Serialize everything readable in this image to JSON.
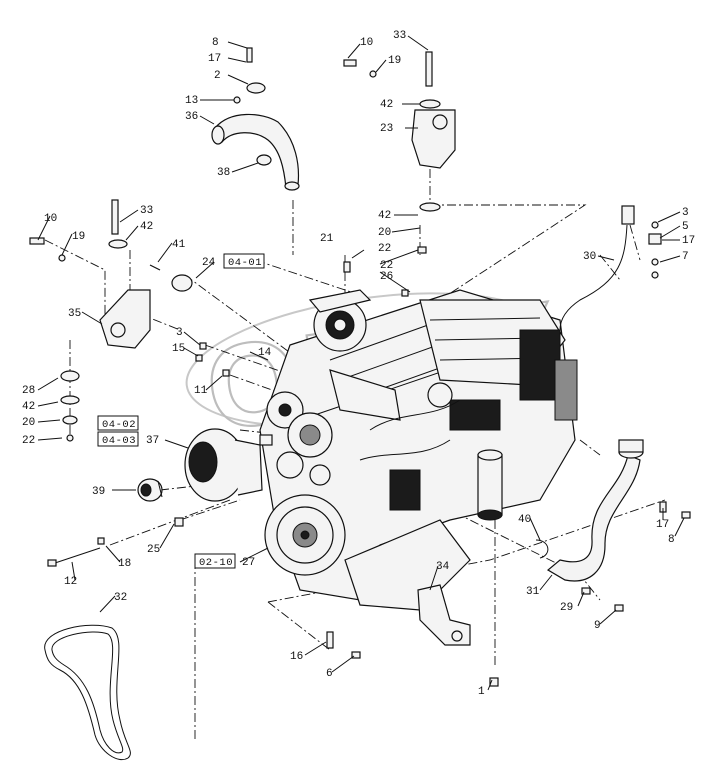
{
  "watermark": "OREX",
  "callouts": [
    {
      "id": "c8a",
      "text": "8"
    },
    {
      "id": "c17a",
      "text": "17"
    },
    {
      "id": "c2",
      "text": "2"
    },
    {
      "id": "c13",
      "text": "13"
    },
    {
      "id": "c36",
      "text": "36"
    },
    {
      "id": "c38",
      "text": "38"
    },
    {
      "id": "c10a",
      "text": "10"
    },
    {
      "id": "c33a",
      "text": "33"
    },
    {
      "id": "c19a",
      "text": "19"
    },
    {
      "id": "c42a",
      "text": "42"
    },
    {
      "id": "c23",
      "text": "23"
    },
    {
      "id": "c42b",
      "text": "42"
    },
    {
      "id": "c20a",
      "text": "20"
    },
    {
      "id": "c22a",
      "text": "22"
    },
    {
      "id": "c21",
      "text": "21"
    },
    {
      "id": "c22b",
      "text": "22"
    },
    {
      "id": "c26",
      "text": "26"
    },
    {
      "id": "c3a",
      "text": "3"
    },
    {
      "id": "c5",
      "text": "5"
    },
    {
      "id": "c17b",
      "text": "17"
    },
    {
      "id": "c7",
      "text": "7"
    },
    {
      "id": "c30",
      "text": "30"
    },
    {
      "id": "c10b",
      "text": "10"
    },
    {
      "id": "c19b",
      "text": "19"
    },
    {
      "id": "c33b",
      "text": "33"
    },
    {
      "id": "c42c",
      "text": "42"
    },
    {
      "id": "c41",
      "text": "41"
    },
    {
      "id": "c24",
      "text": "24"
    },
    {
      "id": "c35",
      "text": "35"
    },
    {
      "id": "c3b",
      "text": "3"
    },
    {
      "id": "c15",
      "text": "15"
    },
    {
      "id": "c14",
      "text": "14"
    },
    {
      "id": "c11",
      "text": "11"
    },
    {
      "id": "c28",
      "text": "28"
    },
    {
      "id": "c42d",
      "text": "42"
    },
    {
      "id": "c20b",
      "text": "20"
    },
    {
      "id": "c22c",
      "text": "22"
    },
    {
      "id": "c37",
      "text": "37"
    },
    {
      "id": "c39",
      "text": "39"
    },
    {
      "id": "c25",
      "text": "25"
    },
    {
      "id": "c18",
      "text": "18"
    },
    {
      "id": "c12",
      "text": "12"
    },
    {
      "id": "c27",
      "text": "27"
    },
    {
      "id": "c32",
      "text": "32"
    },
    {
      "id": "c40",
      "text": "40"
    },
    {
      "id": "c31",
      "text": "31"
    },
    {
      "id": "c29",
      "text": "29"
    },
    {
      "id": "c9",
      "text": "9"
    },
    {
      "id": "c17c",
      "text": "17"
    },
    {
      "id": "c8b",
      "text": "8"
    },
    {
      "id": "c34",
      "text": "34"
    },
    {
      "id": "c16",
      "text": "16"
    },
    {
      "id": "c6",
      "text": "6"
    },
    {
      "id": "c1",
      "text": "1"
    }
  ],
  "refs": {
    "r0401": "04-01",
    "r0402": "04-02",
    "r0403": "04-03",
    "r0210": "02-10"
  }
}
